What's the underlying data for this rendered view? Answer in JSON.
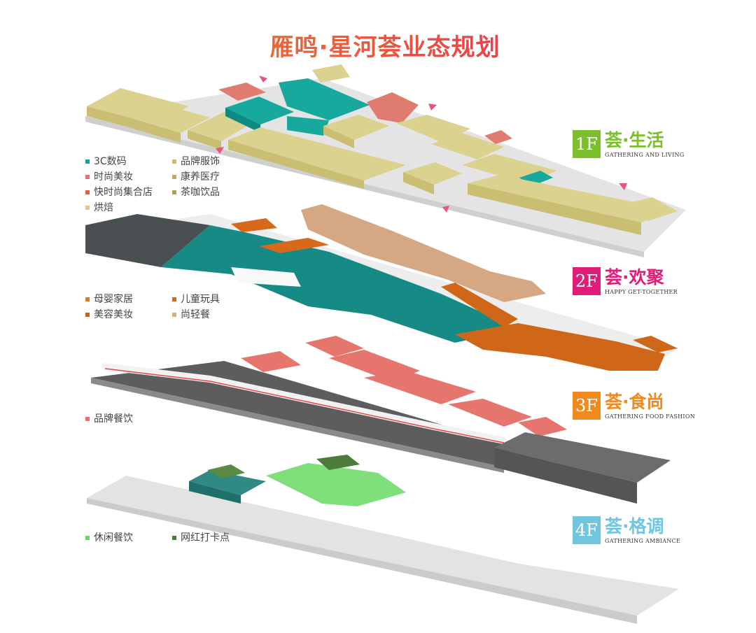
{
  "title": "雁鸣·星河荟业态规划",
  "colors": {
    "digital_3c": "#13a39a",
    "fashion_beauty": "#e77066",
    "fast_fashion": "#e05c50",
    "bakery": "#e8dca3",
    "brand_apparel": "#d8cf87",
    "wellness": "#c9c17c",
    "tea_coffee": "#bfb773",
    "mother_baby": "#e07a25",
    "kids_toys": "#cf6b1b",
    "beauty_salon": "#c06518",
    "light_dining": "#d6ab83",
    "brand_dining": "#e7716a",
    "leisure_dining": "#6ed36b",
    "check_in": "#4d7b3c",
    "f1": "#7bbf2a",
    "f2": "#e21d77",
    "f3": "#f08a1c",
    "f4": "#6fc6de"
  },
  "floors": [
    {
      "num": "1F",
      "name": "荟",
      "dot": "·",
      "sub": "生活",
      "en": "GATHERING AND LIVING",
      "legend": [
        {
          "label": "3C数码",
          "color": "#13a39a"
        },
        {
          "label": "品牌服饰",
          "color": "#c8bd6c"
        },
        {
          "label": "时尚美妆",
          "color": "#e77066"
        },
        {
          "label": "康养医疗",
          "color": "#b8ad60"
        },
        {
          "label": "快时尚集合店",
          "color": "#e05c50"
        },
        {
          "label": "茶咖饮品",
          "color": "#aaa055"
        },
        {
          "label": "烘焙",
          "color": "#d9cb8a"
        }
      ]
    },
    {
      "num": "2F",
      "name": "荟",
      "dot": "·",
      "sub": "欢聚",
      "en": "HAPPY GET-TOGETHER",
      "legend": [
        {
          "label": "母婴家居",
          "color": "#e07a25"
        },
        {
          "label": "儿童玩具",
          "color": "#cf6b1b"
        },
        {
          "label": "美容美妆",
          "color": "#c06518"
        },
        {
          "label": "尚轻餐",
          "color": "#d6ab83"
        }
      ]
    },
    {
      "num": "3F",
      "name": "荟",
      "dot": "·",
      "sub": "食尚",
      "en": "GATHERING FOOD FASHION",
      "legend": [
        {
          "label": "品牌餐饮",
          "color": "#e7716a"
        }
      ]
    },
    {
      "num": "4F",
      "name": "荟",
      "dot": "·",
      "sub": "格调",
      "en": "GATHERING AMBIANCE",
      "legend": [
        {
          "label": "休闲餐饮",
          "color": "#6ed36b"
        },
        {
          "label": "网红打卡点",
          "color": "#4d7b3c"
        }
      ]
    }
  ]
}
